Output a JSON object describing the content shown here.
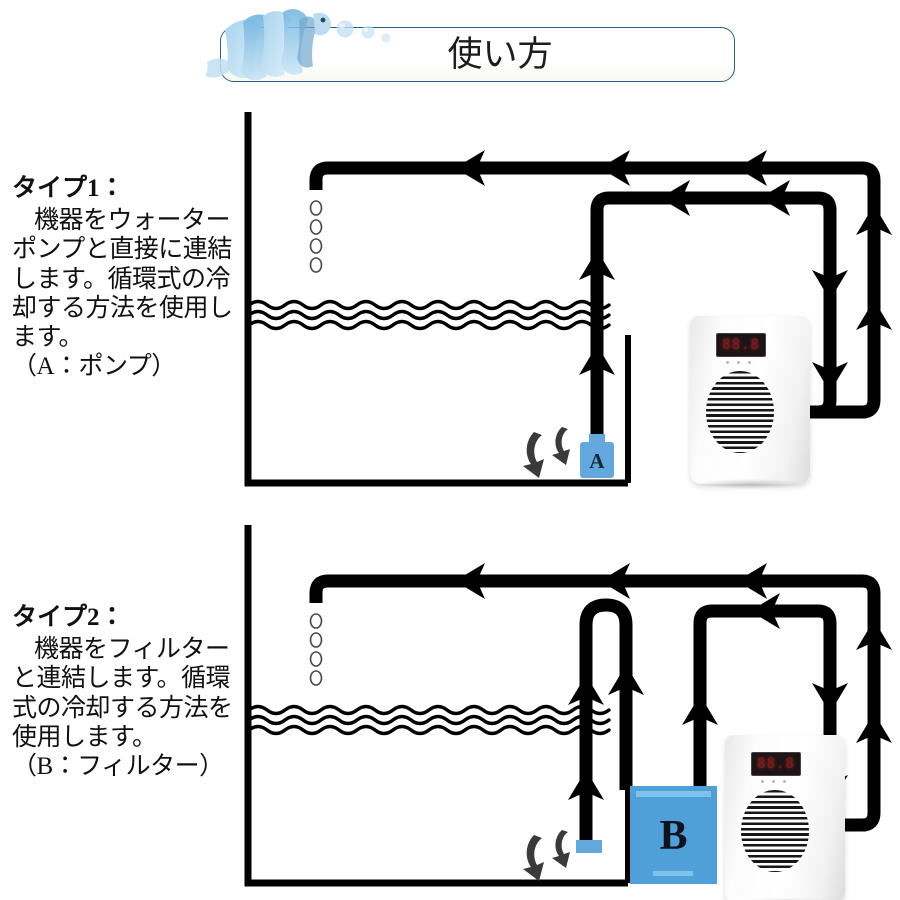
{
  "header": {
    "title": "使い方",
    "decoration_icon": "fish-and-bubbles-icon"
  },
  "types": [
    {
      "id": "type1",
      "label": "タイプ1：",
      "body_lines": [
        "機器をウォー",
        "ターポンプと直",
        "接に連結します。",
        "循環式の冷却す",
        "る方法を使用し",
        "ます。"
      ],
      "legend": "（A：ポンプ）",
      "device_label": "A",
      "device_kind": "pump"
    },
    {
      "id": "type2",
      "label": "タイプ2：",
      "body_lines": [
        "機器をフィル",
        "ターと連結しま",
        "す。循環式の冷",
        "却する方法を使",
        "用します。"
      ],
      "legend": "（B：フィルター）",
      "device_label": "B",
      "device_kind": "filter"
    }
  ],
  "chiller": {
    "display_value": "88.8",
    "grille_icon": "circular-vent-grille-icon",
    "led_icon": "indicator-leds-icon"
  },
  "diagram_elements": {
    "tank_icon": "aquarium-tank-icon",
    "water_line_icon": "water-surface-waves-icon",
    "bubbles_icon": "bubbles-icon",
    "swirl_icon": "water-swirl-arrows-icon",
    "flow_arrow_icon": "flow-arrow-icon",
    "pipe_icon": "hose-pipe-icon"
  },
  "colors": {
    "pipe": "#000000",
    "tank_outline": "#000000",
    "pump_blue": "#62a8dc",
    "filter_blue": "#4f9fd9",
    "filter_accent": "#7fc2ec",
    "title_border": "#2e5f86",
    "display_red": "#8c1b1b",
    "deco_blue": "#8cc4e8",
    "swirl_gray": "#3a3a3a"
  }
}
